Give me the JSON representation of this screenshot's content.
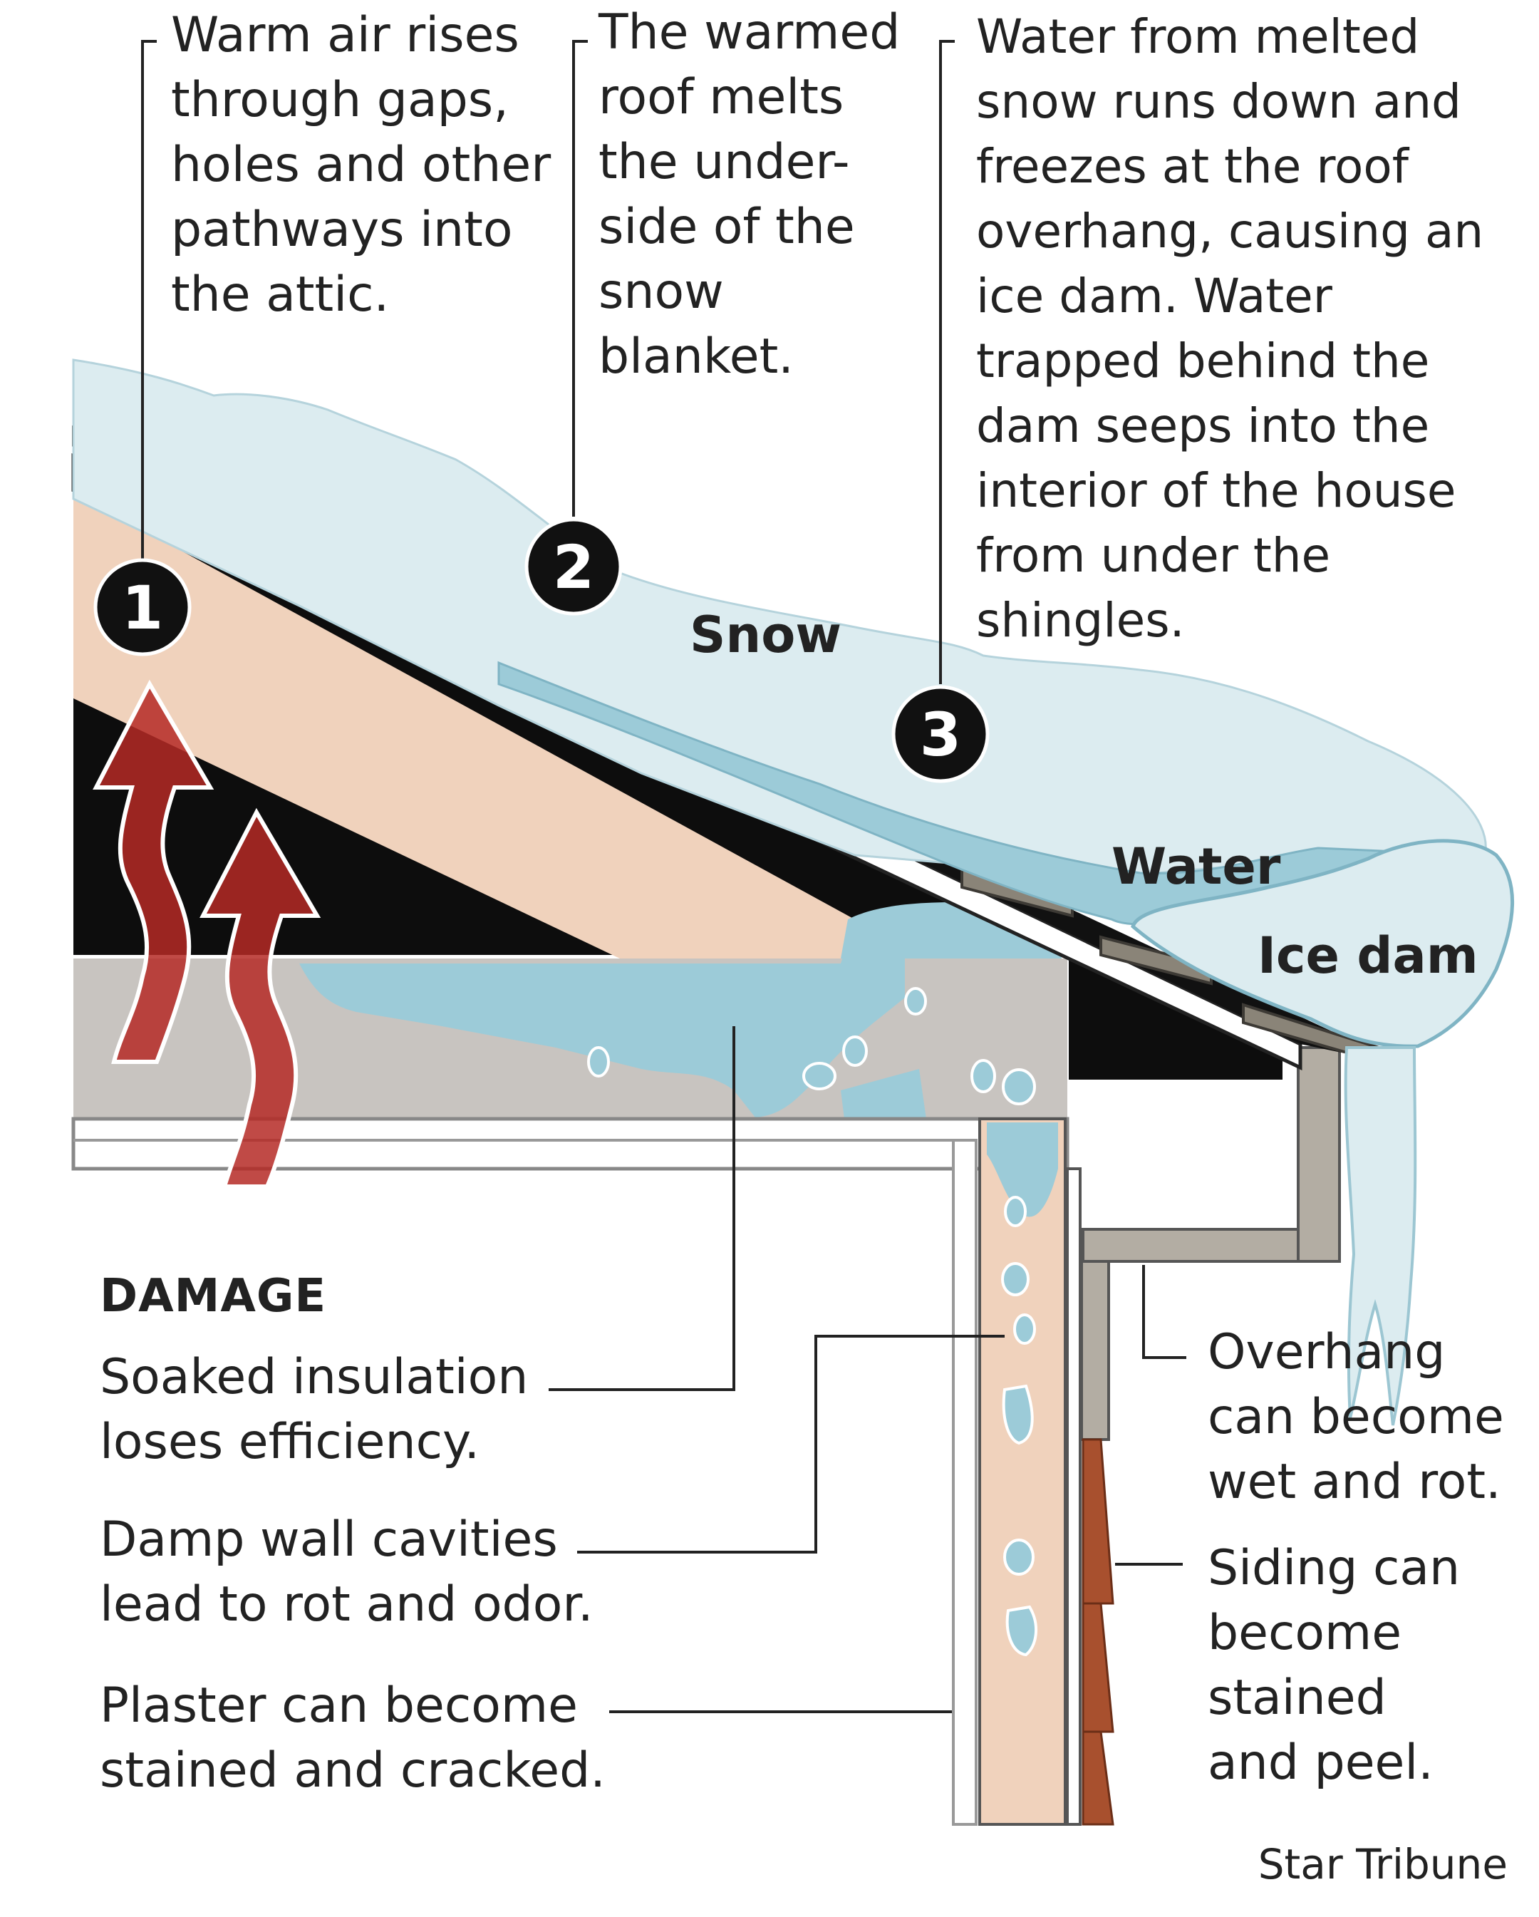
{
  "steps": [
    {
      "number": "1",
      "lines": [
        "Warm air rises",
        "through gaps,",
        "holes and other",
        "pathways into",
        "the attic."
      ]
    },
    {
      "number": "2",
      "lines": [
        "The warmed",
        "roof melts",
        "the under-",
        "side of the",
        "snow",
        "blanket."
      ]
    },
    {
      "number": "3",
      "lines": [
        "Water from melted",
        "snow runs down and",
        "freezes at the roof",
        "overhang, causing an",
        "ice dam. Water",
        "trapped behind the",
        "dam seeps into the",
        "interior of the house",
        "from under the",
        "shingles."
      ]
    }
  ],
  "labels": {
    "snow": "Snow",
    "water": "Water",
    "ice_dam": "Ice dam"
  },
  "damage": {
    "heading": "DAMAGE",
    "items": [
      {
        "lines": [
          "Soaked insulation",
          "loses efficiency."
        ]
      },
      {
        "lines": [
          "Damp wall cavities",
          "lead to rot and odor."
        ]
      },
      {
        "lines": [
          "Plaster can become",
          "stained and cracked."
        ]
      }
    ]
  },
  "exterior_notes": [
    {
      "lines": [
        "Overhang",
        "can become",
        "wet and rot."
      ]
    },
    {
      "lines": [
        "Siding can",
        "become",
        "stained",
        "and peel."
      ]
    }
  ],
  "credit": "Star Tribune",
  "colors": {
    "snow": "#dcecf0",
    "water": "#9ccbd8",
    "attic_wood": "#f0d2bc",
    "insulation": "#c8c4c0",
    "shingle": "#8a8478",
    "warm_air_arrow": "#b52a26",
    "siding": "#a8502e",
    "callout_badge": "#111111"
  }
}
